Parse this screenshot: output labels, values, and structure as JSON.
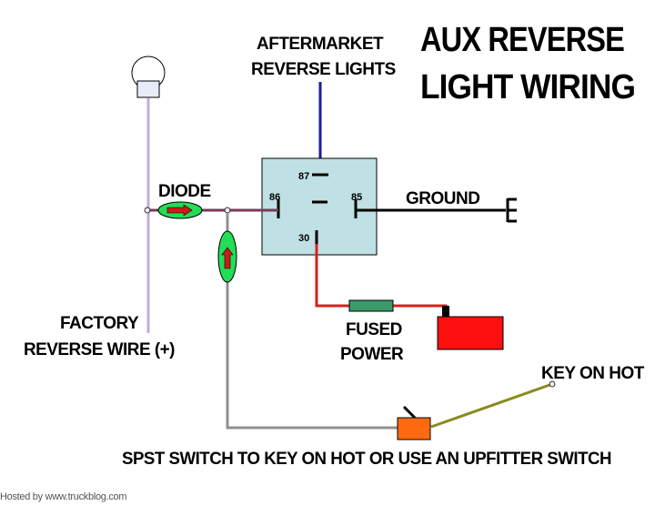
{
  "title": {
    "line1": "AUX REVERSE",
    "line2": "LIGHT WIRING"
  },
  "labels": {
    "aftermarket_line1": "AFTERMARKET",
    "aftermarket_line2": "REVERSE LIGHTS",
    "diode": "DIODE",
    "ground": "GROUND",
    "fused_line1": "FUSED",
    "fused_line2": "POWER",
    "factory_line1": "FACTORY",
    "factory_line2": "REVERSE WIRE (+)",
    "key_on_hot": "KEY ON HOT",
    "switch_note": "SPST SWITCH TO KEY ON HOT OR USE AN UPFITTER SWITCH"
  },
  "relay": {
    "pins": {
      "p87": "87",
      "p86": "86",
      "p85": "85",
      "p30": "30"
    }
  },
  "colors": {
    "relay_fill": "#bfe0e4",
    "aftermarket_wire": "#1a1aa0",
    "diode_wire": "#7a3a55",
    "factory_wire": "#c8a8e0",
    "ground_wire": "#000000",
    "power_wire": "#d82020",
    "fuse": "#3a9a6a",
    "battery": "#ff1010",
    "switch_wire": "#909090",
    "key_wire": "#8a8a20",
    "switch_body": "#ff6a10",
    "diode_body": "#22dd55",
    "diode_arrow": "#cc1a1a"
  },
  "footer": "Hosted by www.truckblog.com"
}
